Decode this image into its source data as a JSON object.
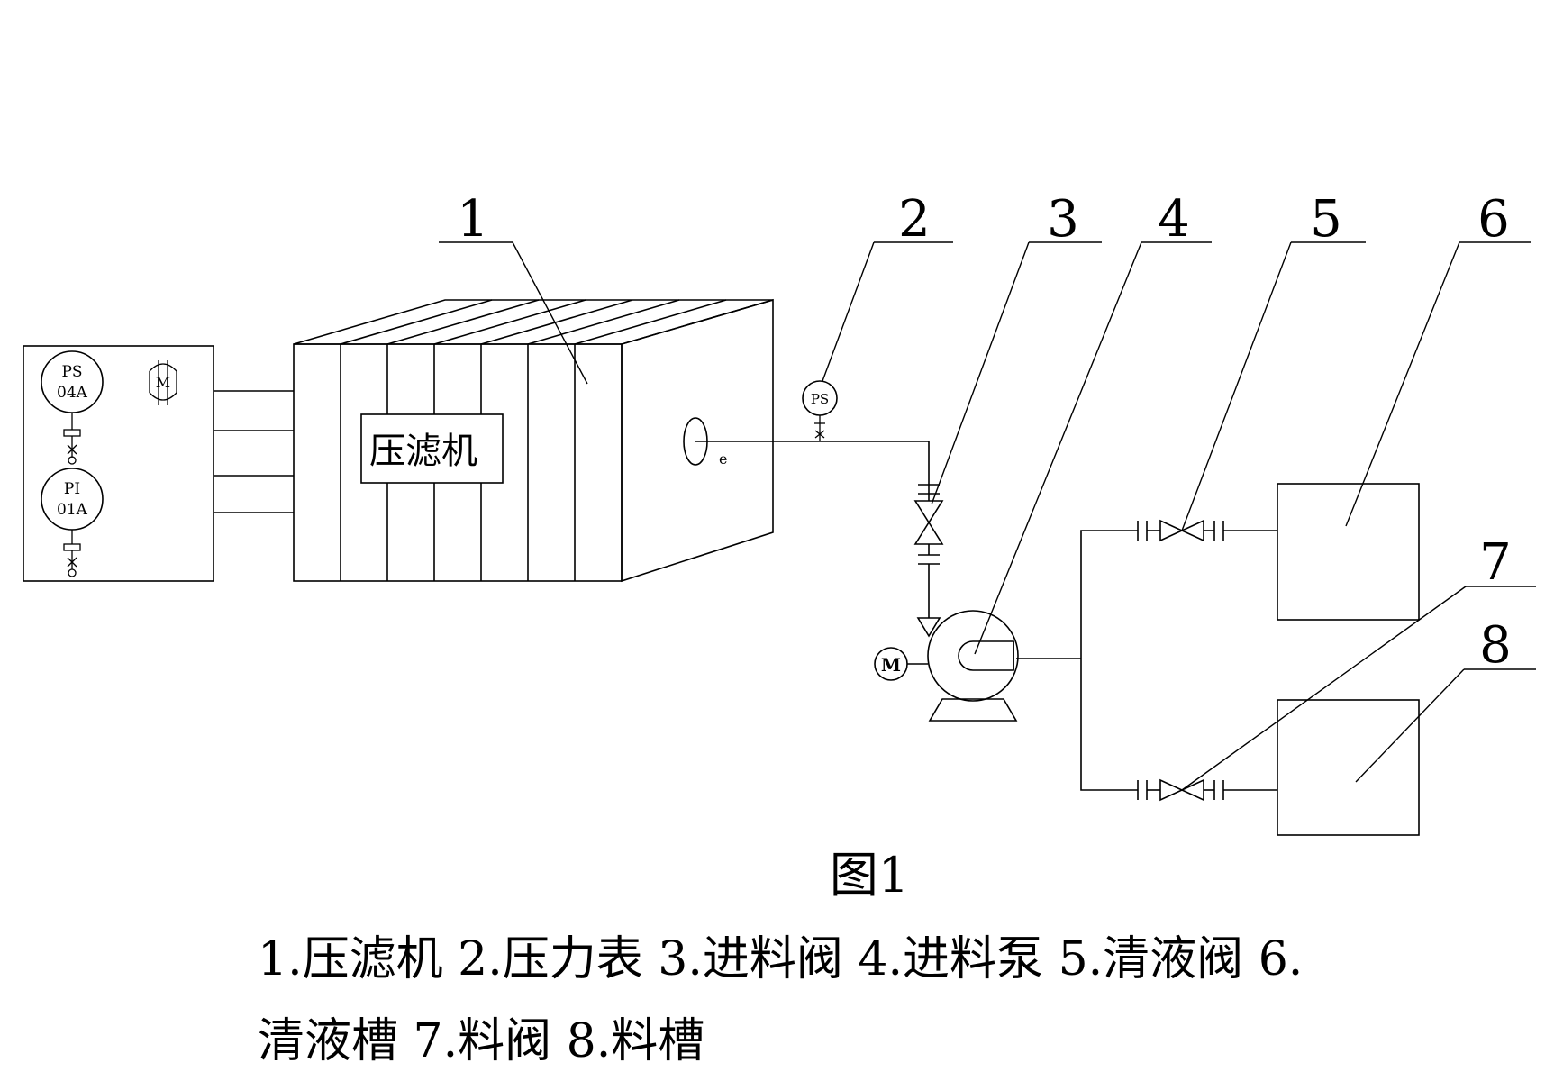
{
  "figure": {
    "caption": "图1",
    "filter_press_label": "压滤机",
    "callouts": [
      "1",
      "2",
      "3",
      "4",
      "5",
      "6",
      "7",
      "8"
    ],
    "instruments": {
      "ps04a_line1": "PS",
      "ps04a_line2": "04A",
      "pi01a_line1": "PI",
      "pi01a_line2": "01A",
      "panel_motor": "M",
      "pressure_switch": "PS",
      "pump_motor": "M",
      "port_label": "e"
    },
    "legend": {
      "line1": "1.压滤机  2.压力表  3.进料阀  4.进料泵  5.清液阀  6.",
      "line2": "清液槽  7.料阀  8.料槽"
    }
  }
}
